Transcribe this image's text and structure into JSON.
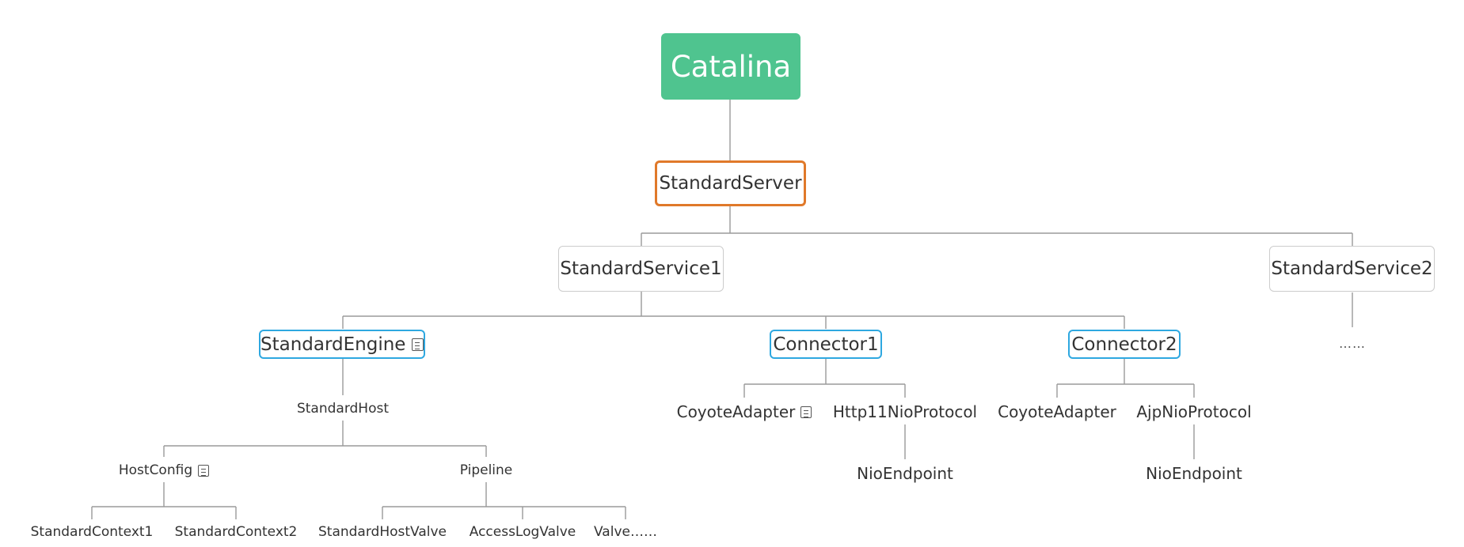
{
  "nodes": {
    "catalina": "Catalina",
    "standard_server": "StandardServer",
    "standard_service_1": "StandardService1",
    "standard_service_2": "StandardService2",
    "service2_children": "……",
    "standard_engine": "StandardEngine",
    "connector_1": "Connector1",
    "connector_2": "Connector2",
    "standard_host": "StandardHost",
    "host_config": "HostConfig",
    "pipeline": "Pipeline",
    "standard_context_1": "StandardContext1",
    "standard_context_2": "StandardContext2",
    "standard_host_valve": "StandardHostValve",
    "access_log_valve": "AccessLogValve",
    "valve_more": "Valve……",
    "c1_coyote_adapter": "CoyoteAdapter",
    "c1_protocol": "Http11NioProtocol",
    "c1_endpoint": "NioEndpoint",
    "c2_coyote_adapter": "CoyoteAdapter",
    "c2_protocol": "AjpNioProtocol",
    "c2_endpoint": "NioEndpoint"
  },
  "icons": {
    "note": "note-icon"
  },
  "colors": {
    "root_fill": "#4fc48f",
    "server_border": "#e0792a",
    "component_border": "#2ea8e0",
    "service_border": "#cccccc",
    "connector_line": "#9a9a9a"
  }
}
